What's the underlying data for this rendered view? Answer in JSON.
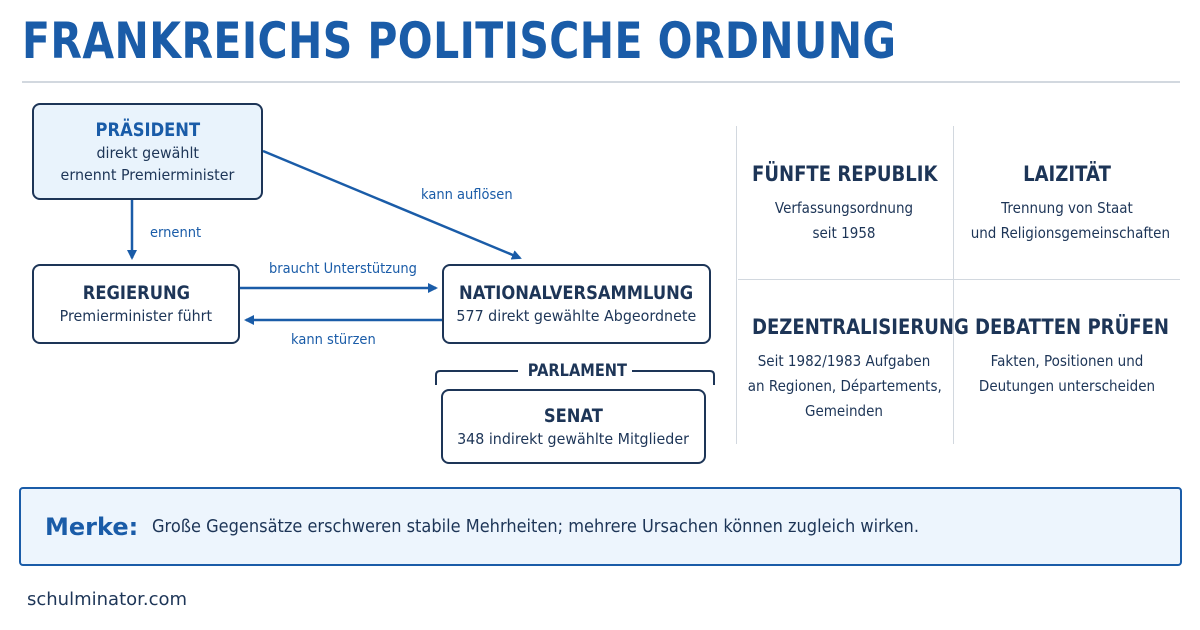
{
  "title": "FRANKREICHS POLITISCHE ORDNUNG",
  "nodes": {
    "president": {
      "title": "PRÄSIDENT",
      "lines": [
        "direkt gewählt",
        "ernennt Premierminister"
      ]
    },
    "government": {
      "title": "REGIERUNG",
      "lines": [
        "Premierminister führt"
      ]
    },
    "national_assembly": {
      "title": "NATIONALVERSAMMLUNG",
      "lines": [
        "577 direkt gewählte Abgeordnete"
      ]
    },
    "senate": {
      "title": "SENAT",
      "lines": [
        "348 indirekt gewählte Mitglieder"
      ]
    }
  },
  "edges": {
    "appoints": "ernennt",
    "can_dissolve": "kann auflösen",
    "needs_support": "braucht Unterstützung",
    "can_topple": "kann stürzen"
  },
  "parliament_label": "PARLAMENT",
  "facts": [
    {
      "title": "FÜNFTE REPUBLIK",
      "lines": [
        "Verfassungsordnung",
        "seit 1958"
      ]
    },
    {
      "title": "LAIZITÄT",
      "lines": [
        "Trennung von Staat",
        "und Religionsgemeinschaften"
      ]
    },
    {
      "title": "DEZENTRALISIERUNG",
      "lines": [
        "Seit 1982/1983 Aufgaben",
        "an Regionen, Départements,",
        "Gemeinden"
      ]
    },
    {
      "title": "DEBATTEN PRÜFEN",
      "lines": [
        "Fakten, Positionen und",
        "Deutungen unterscheiden"
      ]
    }
  ],
  "note": {
    "label": "Merke:",
    "text": "Große Gegensätze erschweren stabile Mehrheiten; mehrere Ursachen können zugleich wirken."
  },
  "footer": "schulminator.com",
  "colors": {
    "accent": "#1a5ca8",
    "text": "#1d3557",
    "note_bg": "#edf5fd",
    "president_bg": "#e9f3fc",
    "divider": "#d2d8df"
  }
}
